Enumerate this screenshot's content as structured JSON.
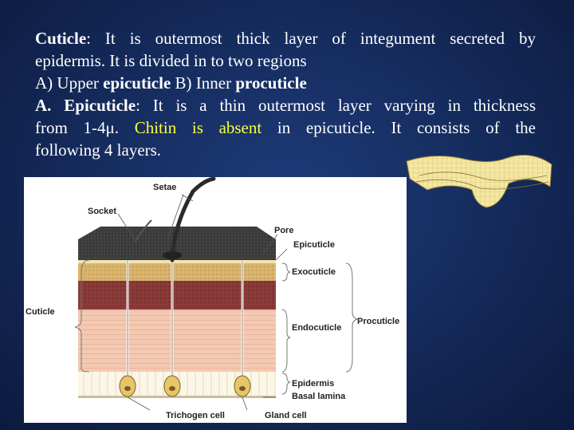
{
  "slide": {
    "line1_term": "Cuticle",
    "line1_rest": ": It is outermost thick layer of integument secreted by",
    "line2": "epidermis. It is divided in to two regions",
    "line3_a": "A) Upper ",
    "line3_b": "epicuticle",
    "line3_c": " B) Inner ",
    "line3_d": "procuticle",
    "line4_term": "A. Epicuticle",
    "line4_rest": ": It is a thin outermost layer varying in thickness",
    "line5_a": "from 1-4μ. ",
    "line5_highlight": "Chitin is absent",
    "line5_b": " in epicuticle. It consists of the",
    "line6": "following 4 layers."
  },
  "figure": {
    "labels": {
      "setae": "Setae",
      "socket": "Socket",
      "pore": "Pore",
      "epicuticle": "Epicuticle",
      "exocuticle": "Exocuticle",
      "cuticle": "Cuticle",
      "endocuticle": "Endocuticle",
      "procuticle": "Procuticle",
      "epidermis": "Epidermis",
      "basal_lamina": "Basal lamina",
      "trichogen_cell": "Trichogen cell",
      "gland_cell": "Gland cell"
    }
  },
  "colors": {
    "background": "#162d60",
    "text": "#ffffff",
    "highlight": "#ffff3a"
  }
}
